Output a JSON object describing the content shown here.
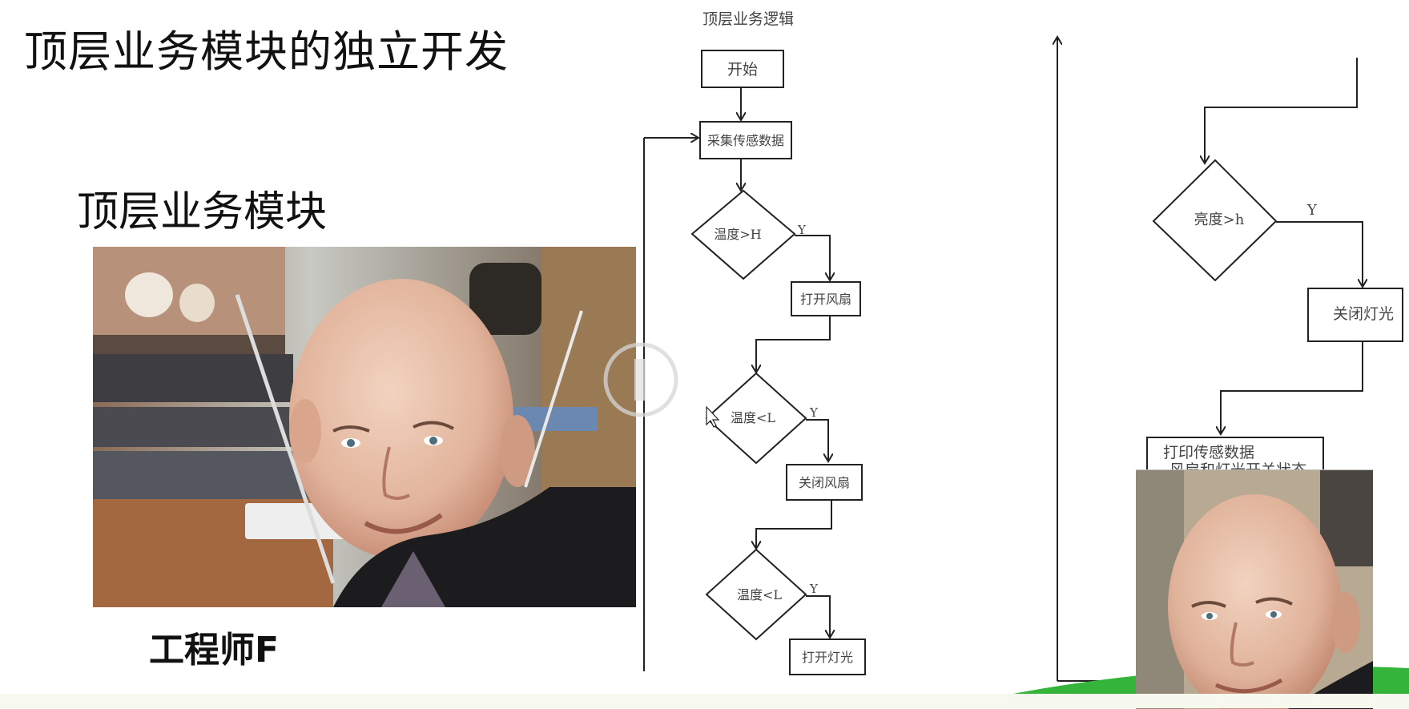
{
  "slide": {
    "title": "顶层业务模块的独立开发",
    "subtitle": "顶层业务模块",
    "engineer": "工程师F"
  },
  "flowchart": {
    "title": "顶层业务逻辑",
    "start": "开始",
    "collect": "采集传感数据",
    "cond_temp_high": "温度>H",
    "open_fan": "打开风扇",
    "cond_temp_low": "温度<L",
    "close_fan": "关闭风扇",
    "cond_temp_low_2": "温度<L",
    "open_light": "打开灯光",
    "cond_bright": "亮度>h",
    "close_light": "关闭灯光",
    "print_line1": "打印传感数据",
    "print_line2": "风扇和灯光开关状态",
    "yes": "Y"
  },
  "colors": {
    "ink": "#222222",
    "play_icon": "#d6d6d6",
    "green_band": "#34b43a"
  },
  "icons": [
    "play-icon",
    "mouse-cursor-icon"
  ]
}
